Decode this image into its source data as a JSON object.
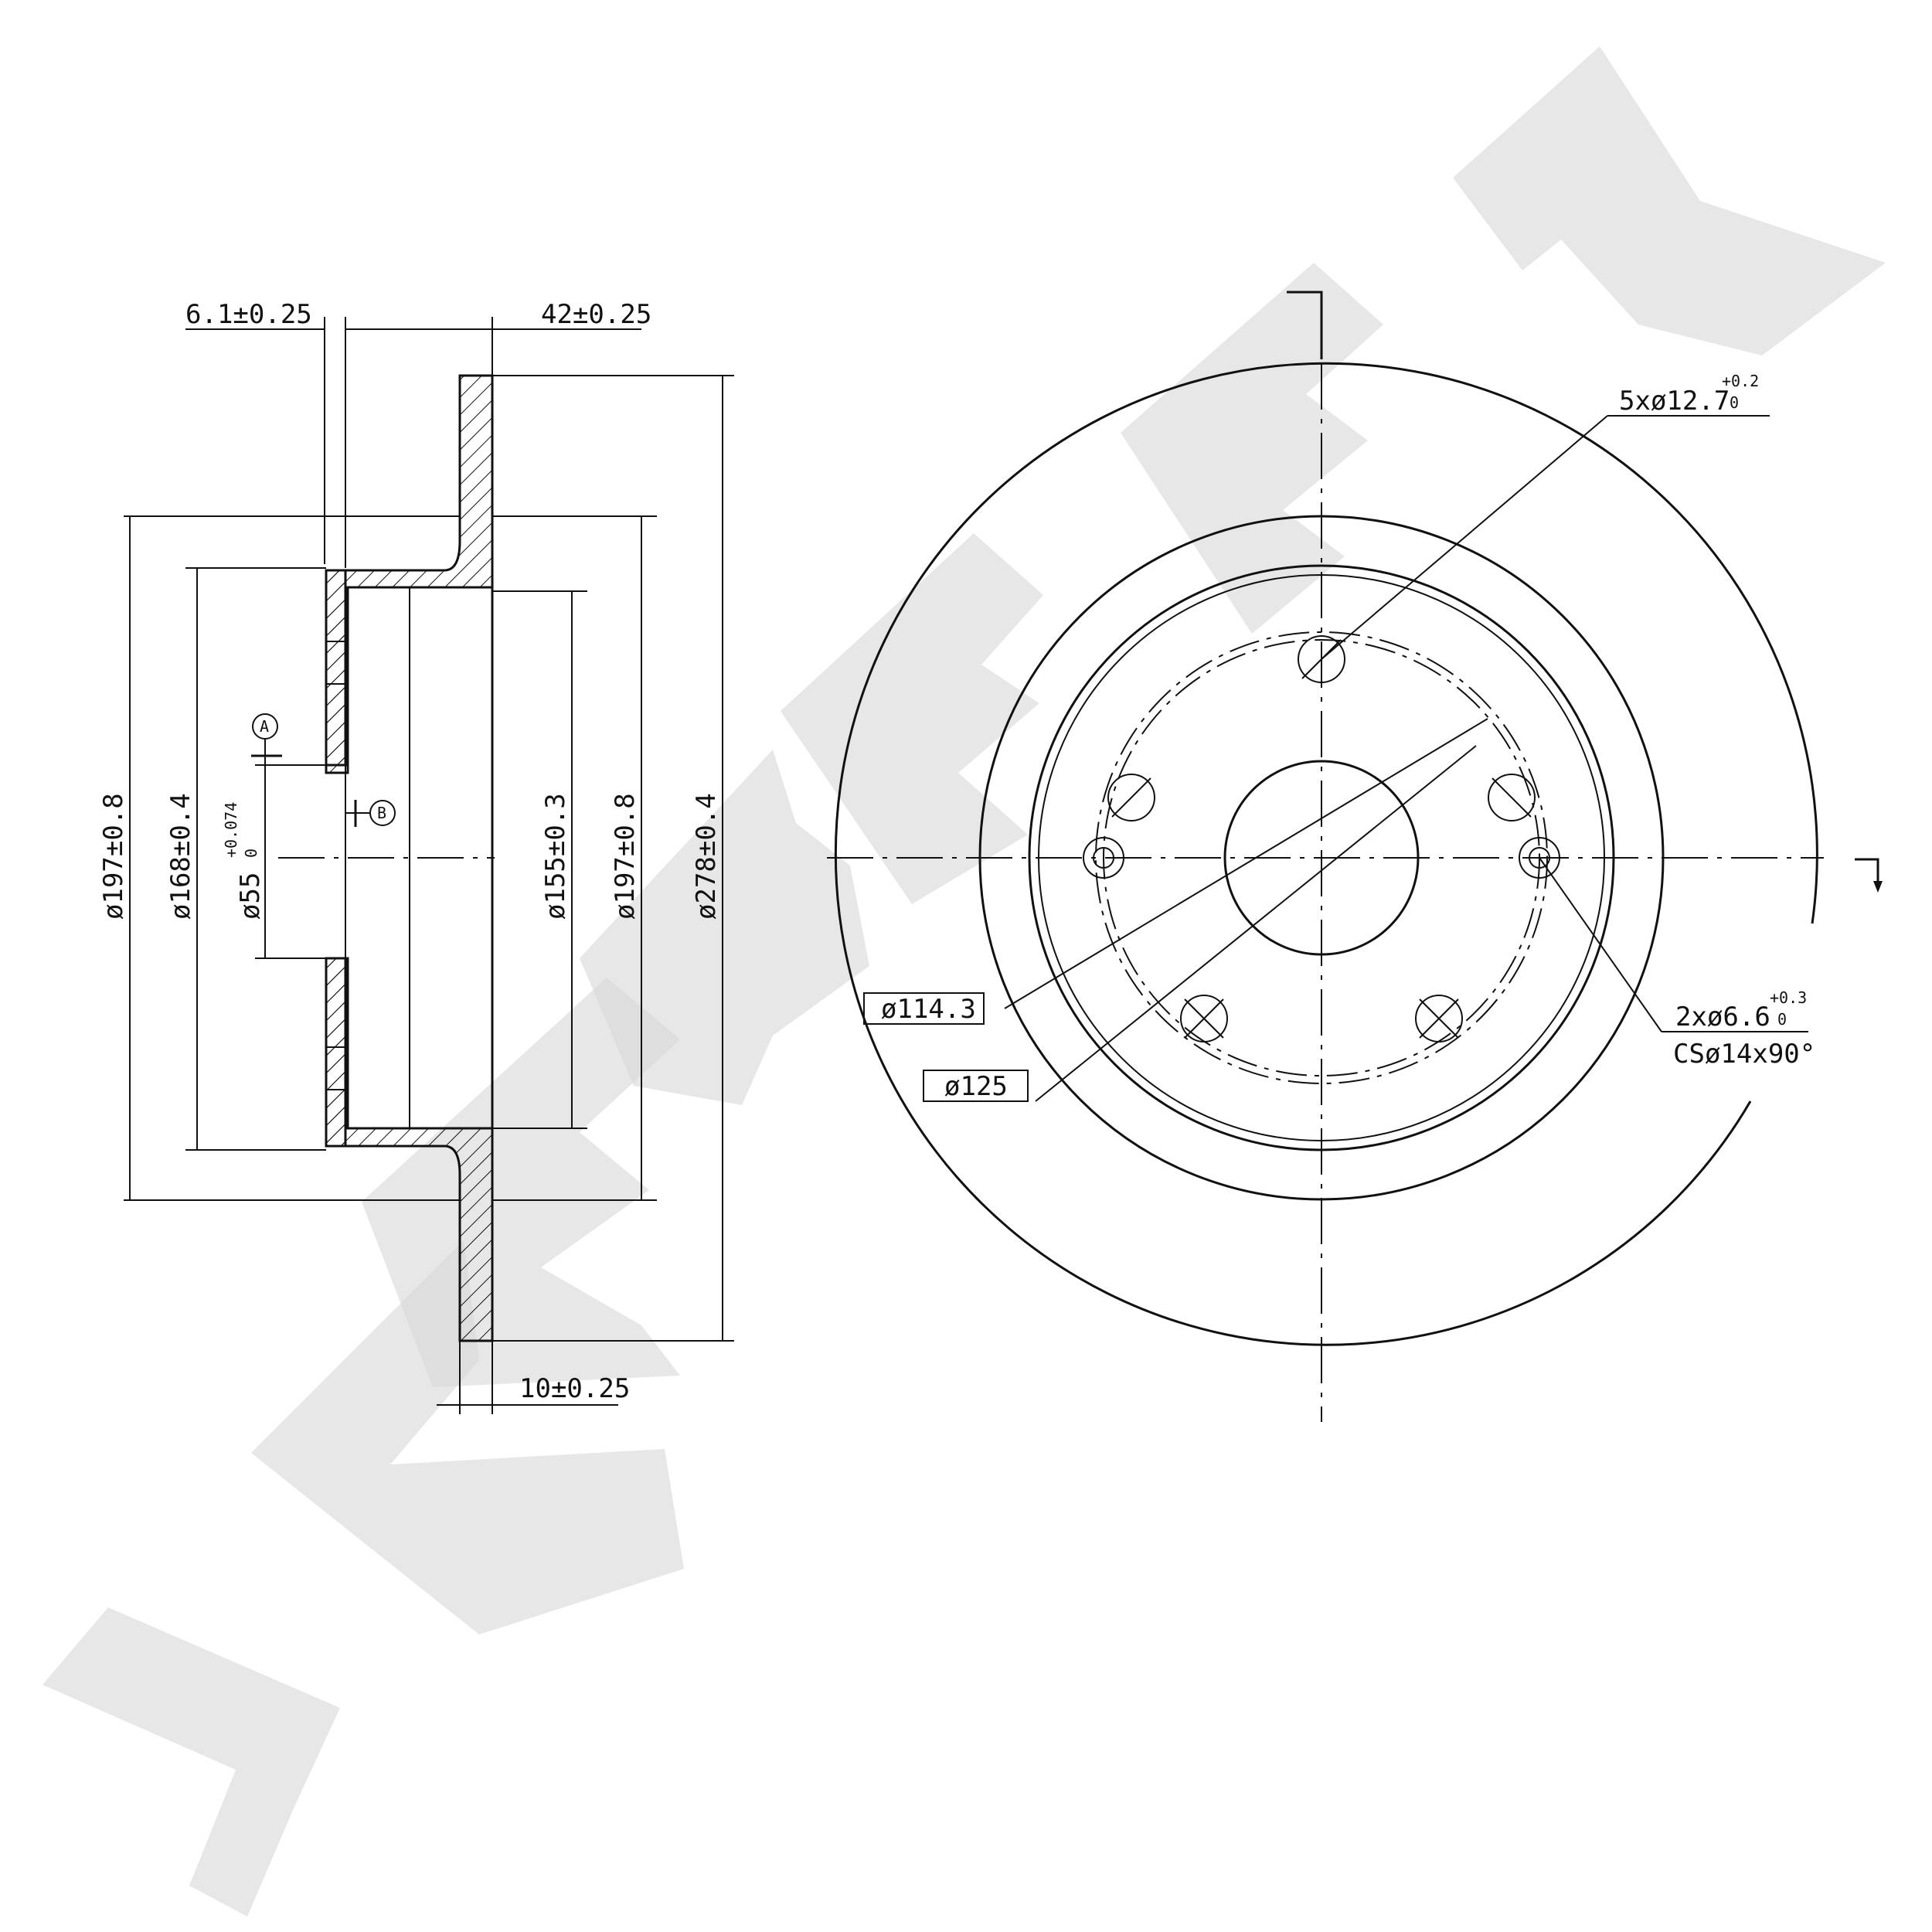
{
  "watermark": "ZENTEK",
  "section_view": {
    "dims": {
      "hat_thickness": "6.1±0.25",
      "total_height": "42±0.25",
      "disc_thickness": "10±0.25",
      "d197_left": "ø197±0.8",
      "d168": "ø168±0.4",
      "d55": "ø55",
      "d55_tol_upper": "+0.074",
      "d55_tol_lower": "0",
      "d155": "ø155±0.3",
      "d197_right": "ø197±0.8",
      "d278": "ø278±0.4"
    },
    "datums": {
      "a": "A",
      "b": "B"
    }
  },
  "front_view": {
    "labels": {
      "bolt_holes": "5xø12.7",
      "bolt_holes_tol_upper": "+0.2",
      "bolt_holes_tol_lower": "0",
      "pcd": "ø114.3",
      "circle_125": "ø125",
      "screw_holes": "2xø6.6",
      "screw_holes_tol_upper": "+0.3",
      "screw_holes_tol_lower": "0",
      "countersink": "CSø14x90°"
    }
  },
  "colors": {
    "line": "#111111",
    "watermark": "#d9d9d9"
  }
}
